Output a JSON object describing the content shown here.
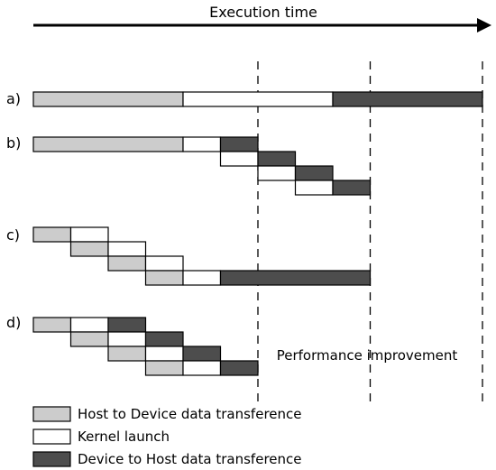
{
  "colors": {
    "host_to_device": "#cccccc",
    "kernel": "#ffffff",
    "device_to_host": "#4d4d4d",
    "stroke": "#000000"
  },
  "header": {
    "arrow_label": "Execution time"
  },
  "rows": [
    {
      "label": "a)",
      "tasks": [
        {
          "type": "host_to_device",
          "lane": 0,
          "start": 0,
          "end": 4
        },
        {
          "type": "kernel",
          "lane": 0,
          "start": 4,
          "end": 8
        },
        {
          "type": "device_to_host",
          "lane": 0,
          "start": 8,
          "end": 12
        }
      ]
    },
    {
      "label": "b)",
      "tasks": [
        {
          "type": "host_to_device",
          "lane": 0,
          "start": 0,
          "end": 4
        },
        {
          "type": "kernel",
          "lane": 0,
          "start": 4,
          "end": 5
        },
        {
          "type": "device_to_host",
          "lane": 0,
          "start": 5,
          "end": 6
        },
        {
          "type": "kernel",
          "lane": 1,
          "start": 5,
          "end": 6
        },
        {
          "type": "device_to_host",
          "lane": 1,
          "start": 6,
          "end": 7
        },
        {
          "type": "kernel",
          "lane": 2,
          "start": 6,
          "end": 7
        },
        {
          "type": "device_to_host",
          "lane": 2,
          "start": 7,
          "end": 8
        },
        {
          "type": "kernel",
          "lane": 3,
          "start": 7,
          "end": 8
        },
        {
          "type": "device_to_host",
          "lane": 3,
          "start": 8,
          "end": 9
        }
      ]
    },
    {
      "label": "c)",
      "tasks": [
        {
          "type": "host_to_device",
          "lane": 0,
          "start": 0,
          "end": 1
        },
        {
          "type": "kernel",
          "lane": 0,
          "start": 1,
          "end": 2
        },
        {
          "type": "host_to_device",
          "lane": 1,
          "start": 1,
          "end": 2
        },
        {
          "type": "kernel",
          "lane": 1,
          "start": 2,
          "end": 3
        },
        {
          "type": "host_to_device",
          "lane": 2,
          "start": 2,
          "end": 3
        },
        {
          "type": "kernel",
          "lane": 2,
          "start": 3,
          "end": 4
        },
        {
          "type": "host_to_device",
          "lane": 3,
          "start": 3,
          "end": 4
        },
        {
          "type": "kernel",
          "lane": 3,
          "start": 4,
          "end": 5
        },
        {
          "type": "device_to_host",
          "lane": 3,
          "start": 5,
          "end": 9
        }
      ]
    },
    {
      "label": "d)",
      "tasks": [
        {
          "type": "host_to_device",
          "lane": 0,
          "start": 0,
          "end": 1
        },
        {
          "type": "kernel",
          "lane": 0,
          "start": 1,
          "end": 2
        },
        {
          "type": "device_to_host",
          "lane": 0,
          "start": 2,
          "end": 3
        },
        {
          "type": "host_to_device",
          "lane": 1,
          "start": 1,
          "end": 2
        },
        {
          "type": "kernel",
          "lane": 1,
          "start": 2,
          "end": 3
        },
        {
          "type": "device_to_host",
          "lane": 1,
          "start": 3,
          "end": 4
        },
        {
          "type": "host_to_device",
          "lane": 2,
          "start": 2,
          "end": 3
        },
        {
          "type": "kernel",
          "lane": 2,
          "start": 3,
          "end": 4
        },
        {
          "type": "device_to_host",
          "lane": 2,
          "start": 4,
          "end": 5
        },
        {
          "type": "host_to_device",
          "lane": 3,
          "start": 3,
          "end": 4
        },
        {
          "type": "kernel",
          "lane": 3,
          "start": 4,
          "end": 5
        },
        {
          "type": "device_to_host",
          "lane": 3,
          "start": 5,
          "end": 6
        }
      ]
    }
  ],
  "markers": [
    6,
    9,
    12
  ],
  "annotation": {
    "text": "Performance improvement"
  },
  "legend": [
    {
      "type": "host_to_device",
      "label": "Host to Device data transference"
    },
    {
      "type": "kernel",
      "label": "Kernel launch"
    },
    {
      "type": "device_to_host",
      "label": "Device to Host data transference"
    }
  ]
}
